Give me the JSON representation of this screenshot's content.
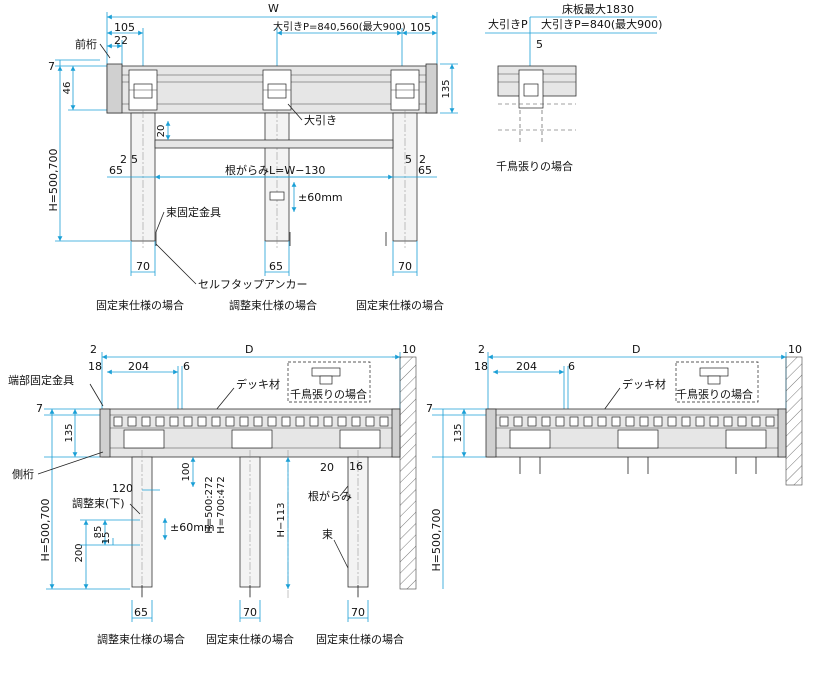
{
  "top_left": {
    "dims": {
      "W": "W",
      "d105_left": "105",
      "d105_right": "105",
      "d22": "22",
      "d7": "7",
      "d46": "46",
      "d135": "135",
      "d20": "20",
      "d2_left": "2",
      "d5_left": "5",
      "d5_right": "5",
      "d2_right": "2",
      "d65_left": "65",
      "d65_right": "65",
      "ohbiki_p": "大引きP=840,560(最大900)",
      "negarami": "根がらみL=W−130",
      "height": "H=500,700",
      "pm60": "±60mm",
      "b70_left": "70",
      "b65_mid": "65",
      "b70_right": "70"
    },
    "labels": {
      "maegeta": "前桁",
      "ohbiki": "大引き",
      "tsuka_kotei": "束固定金具",
      "self_tap": "セルフタップアンカー"
    },
    "captions": {
      "fixed_left": "固定束仕様の場合",
      "adjust_mid": "調整束仕様の場合",
      "fixed_right": "固定束仕様の場合"
    }
  },
  "top_right": {
    "dims": {
      "yukaita": "床板最大1830",
      "ohbiki_p": "大引きP",
      "ohbiki_p2": "大引きP=840(最大900)",
      "d5": "5"
    },
    "caption": "千鳥張りの場合"
  },
  "bottom_left": {
    "dims": {
      "D": "D",
      "d2": "2",
      "d10": "10",
      "d18": "18",
      "d204": "204",
      "d6": "6",
      "d7": "7",
      "d135": "135",
      "height": "H=500,700",
      "d100": "100",
      "d120": "120",
      "d85": "85",
      "d15": "15",
      "d200": "200",
      "h_range": "H=500:272\nH=700:472",
      "h_range_1": "H=500:272",
      "h_range_2": "H=700:472",
      "pm60": "±60mm",
      "h113": "H−113",
      "d20": "20",
      "d16": "16",
      "b65": "65",
      "b70_mid": "70",
      "b70_right": "70"
    },
    "labels": {
      "tanbu": "端部固定金具",
      "deck": "デッキ材",
      "chidori_box": "千鳥張りの場合",
      "sokugeta": "側桁",
      "chosei_shita": "調整束(下)",
      "negarami": "根がらみ",
      "tsuka": "束"
    },
    "captions": {
      "adjust": "調整束仕様の場合",
      "fixed_mid": "固定束仕様の場合",
      "fixed_right": "固定束仕様の場合"
    }
  },
  "bottom_right": {
    "dims": {
      "D": "D",
      "d2": "2",
      "d10": "10",
      "d18": "18",
      "d204": "204",
      "d6": "6",
      "d7": "7",
      "d135": "135",
      "height": "H=500,700"
    },
    "labels": {
      "deck": "デッキ材",
      "chidori_box": "千鳥張りの場合"
    }
  },
  "colors": {
    "dimension_line": "#1a9fd6",
    "line": "#222222"
  }
}
